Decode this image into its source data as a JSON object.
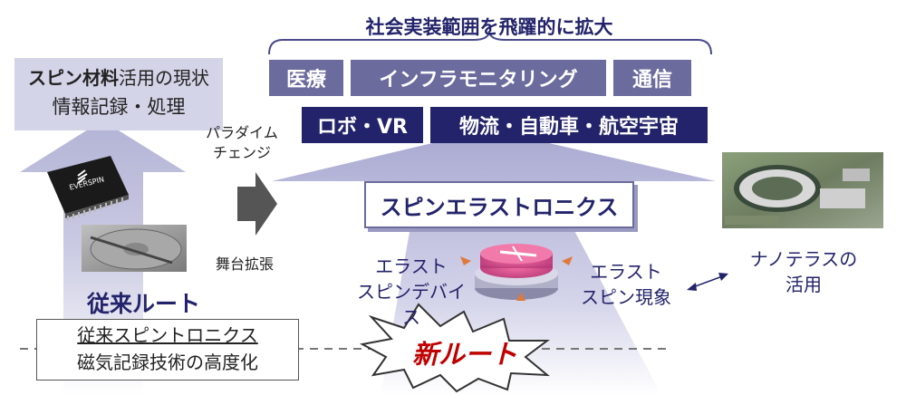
{
  "top_heading": "社会実装範囲を飛躍的に拡大",
  "application_boxes_row1": [
    "医療",
    "インフラモニタリング",
    "通信"
  ],
  "application_boxes_row2": [
    "ロボ・VR",
    "物流・自動車・航空宇宙"
  ],
  "left_heading": {
    "line1_bold": "スピン材料",
    "line1_rest": "活用の現状",
    "line2": "情報記録・処理"
  },
  "chip_brand": "EVERSPIN",
  "paradigm_change": [
    "パラダイム",
    "チェンジ"
  ],
  "stage_expansion": "舞台拡張",
  "spin_elastronics": "スピンエラストロニクス",
  "elastic_spin_device": [
    "エラスト",
    "スピンデバイス"
  ],
  "elastic_spin_phenomena": [
    "エラスト",
    "スピン現象"
  ],
  "nanoterasu": [
    "ナノテラスの",
    "活用"
  ],
  "conventional_route": "従来ルート",
  "conventional_box": [
    "従来スピントロニクス",
    "磁気記録技術の高度化"
  ],
  "new_route": "新ルート",
  "colors": {
    "navy": "#23236b",
    "slate": "#6b6b9e",
    "red": "#c00000",
    "arrow": "#c8c8e0"
  }
}
